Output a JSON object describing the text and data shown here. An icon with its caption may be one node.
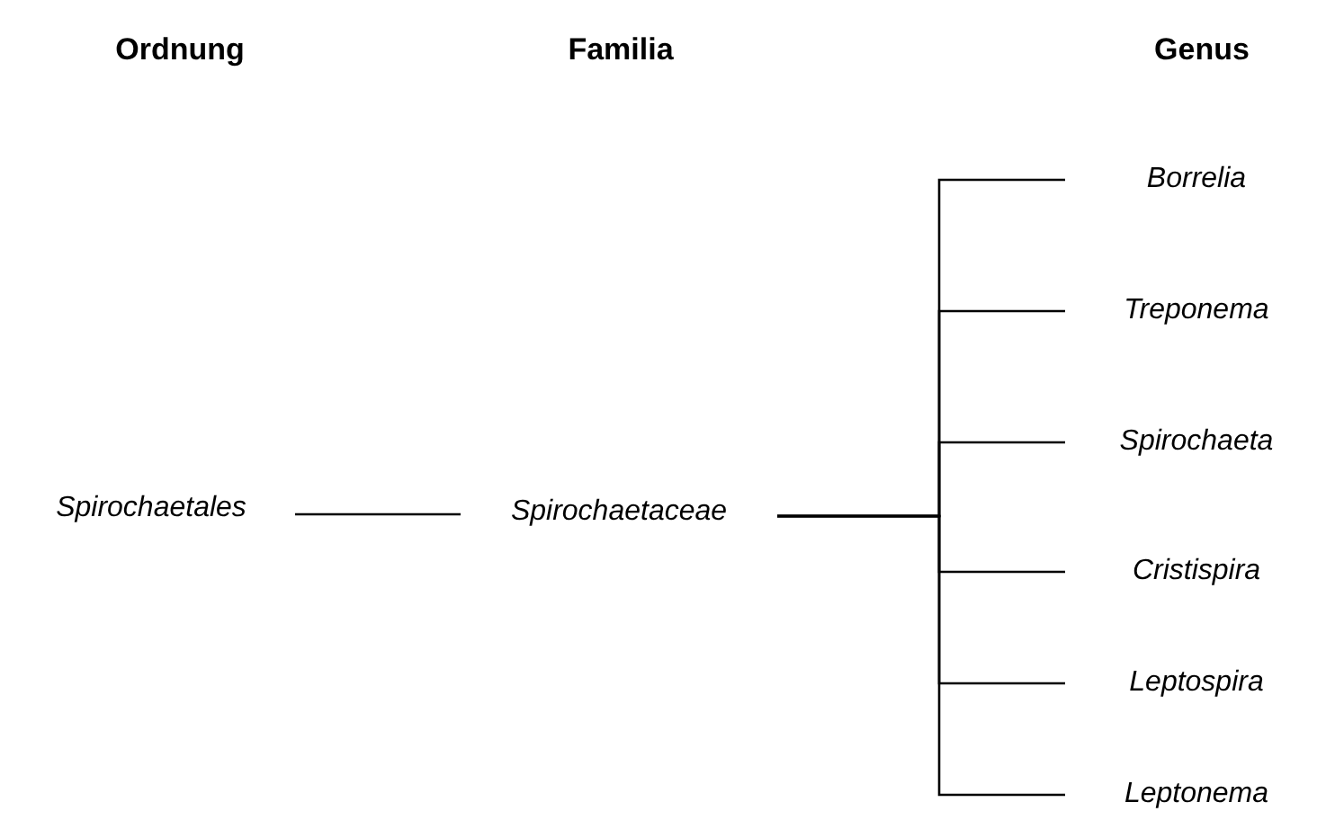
{
  "diagram": {
    "nodes": [
      {
        "text": [
          "Spirochaetales"
        ]
      },
      {
        "text": [
          "Spirochaetaceae"
        ]
      },
      {
        "text": [
          "Borrelia"
        ]
      },
      {
        "text": [
          "Treponema"
        ]
      },
      {
        "text": [
          "Spirochaeta"
        ]
      },
      {
        "text": [
          "Cristispira"
        ]
      },
      {
        "text": [
          "Leptospira"
        ]
      },
      {
        "text": [
          "Leptonema"
        ]
      }
    ],
    "edges": [
      {
        "from": 0,
        "to": 1,
        "arrow": "none"
      },
      {
        "from": 1,
        "to": 2,
        "arrow": "none"
      },
      {
        "from": 1,
        "to": 3,
        "arrow": "none"
      },
      {
        "from": 1,
        "to": 4,
        "arrow": "none"
      },
      {
        "from": 1,
        "to": 5,
        "arrow": "none"
      },
      {
        "from": 1,
        "to": 6,
        "arrow": "none"
      },
      {
        "from": 1,
        "to": 7,
        "arrow": "none"
      }
    ],
    "labels": [
      "Ordnung",
      "Familia",
      "Genus"
    ]
  }
}
